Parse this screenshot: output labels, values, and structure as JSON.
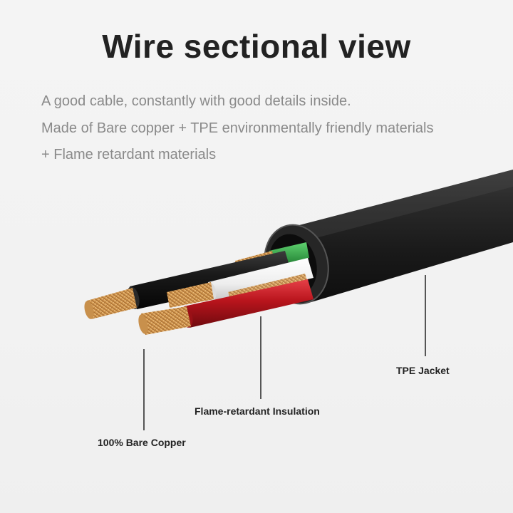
{
  "title": "Wire sectional view",
  "description": [
    "A good cable, constantly with good details inside.",
    "Made of Bare copper + TPE environmentally friendly materials",
    "+ Flame retardant materials"
  ],
  "labels": {
    "jacket": "TPE Jacket",
    "insulation": "Flame-retardant Insulation",
    "copper": "100% Bare Copper"
  },
  "colors": {
    "jacket": "#1c1c1c",
    "wire_black": "#141414",
    "wire_white": "#f4f4f4",
    "wire_green": "#2e9e44",
    "wire_red": "#b8141c",
    "copper": "#d9a25a"
  }
}
